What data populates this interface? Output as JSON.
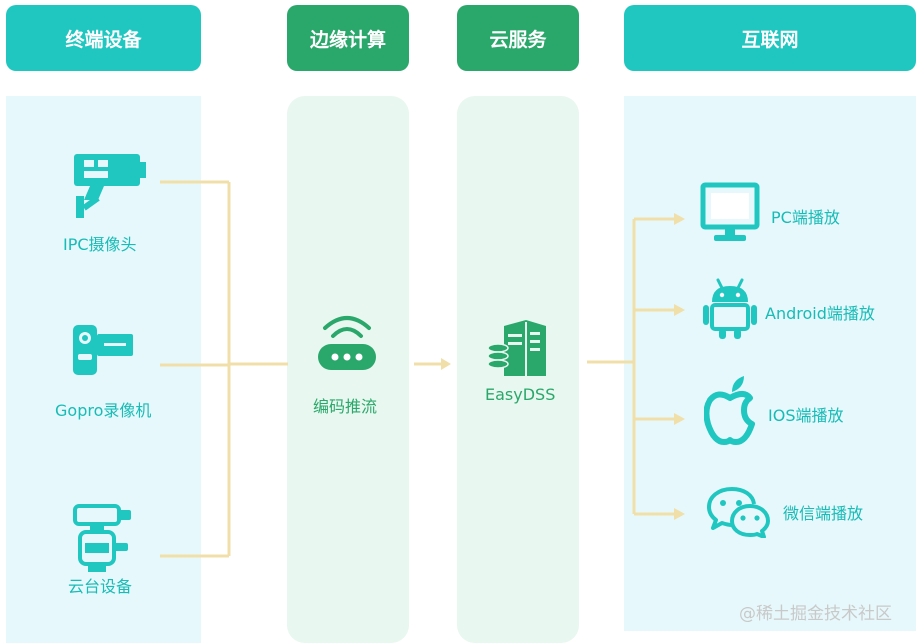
{
  "headers": {
    "terminal": "终端设备",
    "edge": "边缘计算",
    "cloud": "云服务",
    "internet": "互联网"
  },
  "terminal_devices": [
    {
      "label": "IPC摄像头",
      "icon": "ipc-camera-icon"
    },
    {
      "label": "Gopro录像机",
      "icon": "camcorder-icon"
    },
    {
      "label": "云台设备",
      "icon": "pan-tilt-icon"
    }
  ],
  "edge": {
    "label": "编码推流",
    "icon": "router-icon"
  },
  "cloud": {
    "label": "EasyDSS",
    "icon": "server-icon"
  },
  "playback_targets": [
    {
      "label": "PC端播放",
      "icon": "monitor-icon"
    },
    {
      "label": "Android端播放",
      "icon": "android-icon"
    },
    {
      "label": "IOS端播放",
      "icon": "apple-icon"
    },
    {
      "label": "微信端播放",
      "icon": "wechat-icon"
    }
  ],
  "watermark": "@稀土掘金技术社区",
  "colors": {
    "teal": "#1fc7c0",
    "green": "#2aa86b",
    "connector": "#f0dfa8",
    "panel_blue": "#e6f8fb",
    "panel_green": "#e8f7ef"
  }
}
